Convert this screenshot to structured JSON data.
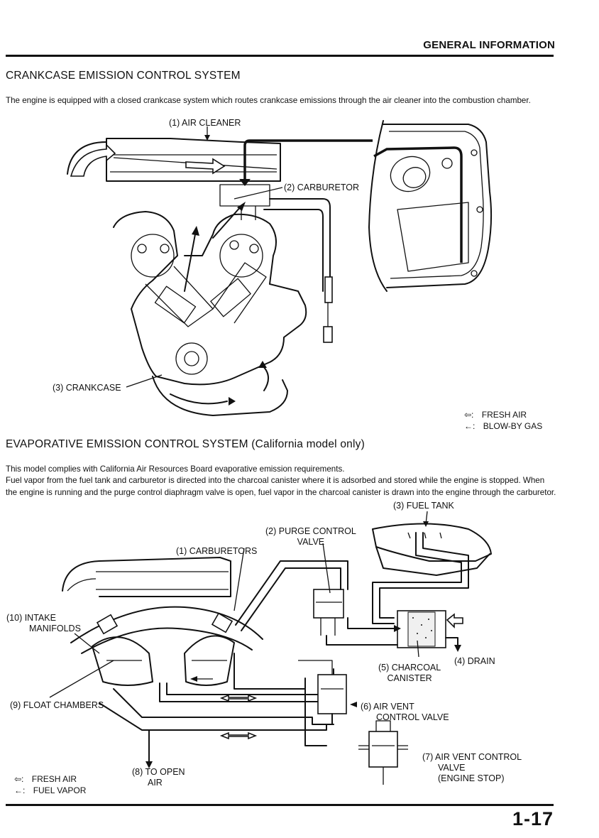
{
  "header": {
    "title": "GENERAL INFORMATION"
  },
  "crankcase": {
    "title": "CRANKCASE EMISSION CONTROL SYSTEM",
    "description": "The engine is equipped with a closed crankcase system which routes crankcase emissions through the air cleaner into the combustion chamber.",
    "labels": {
      "air_cleaner": "(1) AIR CLEANER",
      "carburetor": "(2) CARBURETOR",
      "crankcase": "(3) CRANKCASE"
    },
    "legend": [
      {
        "symbol": "⇦:",
        "text": "FRESH AIR"
      },
      {
        "symbol": "←:",
        "text": "BLOW-BY GAS"
      }
    ]
  },
  "evaporative": {
    "title_main": "EVAPORATIVE EMISSION CONTROL SYSTEM",
    "title_note": "(California model only)",
    "paragraph_1": "This model complies with California Air Resources Board evaporative emission requirements.",
    "paragraph_2": "Fuel vapor from the fuel tank and carburetor is directed into the charcoal canister where it is adsorbed and stored while the engine is stopped. When the engine is running and the purge control diaphragm valve is open, fuel vapor in the charcoal canister is drawn into the engine through the carburetor.",
    "labels": {
      "carburetors": "(1) CARBURETORS",
      "purge_valve_1": "(2) PURGE CONTROL",
      "purge_valve_2": "VALVE",
      "fuel_tank": "(3) FUEL TANK",
      "drain": "(4) DRAIN",
      "canister_1": "(5) CHARCOAL",
      "canister_2": "CANISTER",
      "air_vent_1": "(6) AIR VENT",
      "air_vent_2": "CONTROL VALVE",
      "air_vent_stop_1": "(7) AIR VENT CONTROL",
      "air_vent_stop_2": "VALVE",
      "air_vent_stop_3": "(ENGINE STOP)",
      "open_air_1": "(8) TO OPEN",
      "open_air_2": "AIR",
      "float_chambers": "(9) FLOAT CHAMBERS",
      "intake_1": "(10) INTAKE",
      "intake_2": "MANIFOLDS"
    },
    "legend": [
      {
        "symbol": "⇦:",
        "text": "FRESH AIR"
      },
      {
        "symbol": "←:",
        "text": "FUEL VAPOR"
      }
    ]
  },
  "footer": {
    "page_number": "1-17"
  }
}
